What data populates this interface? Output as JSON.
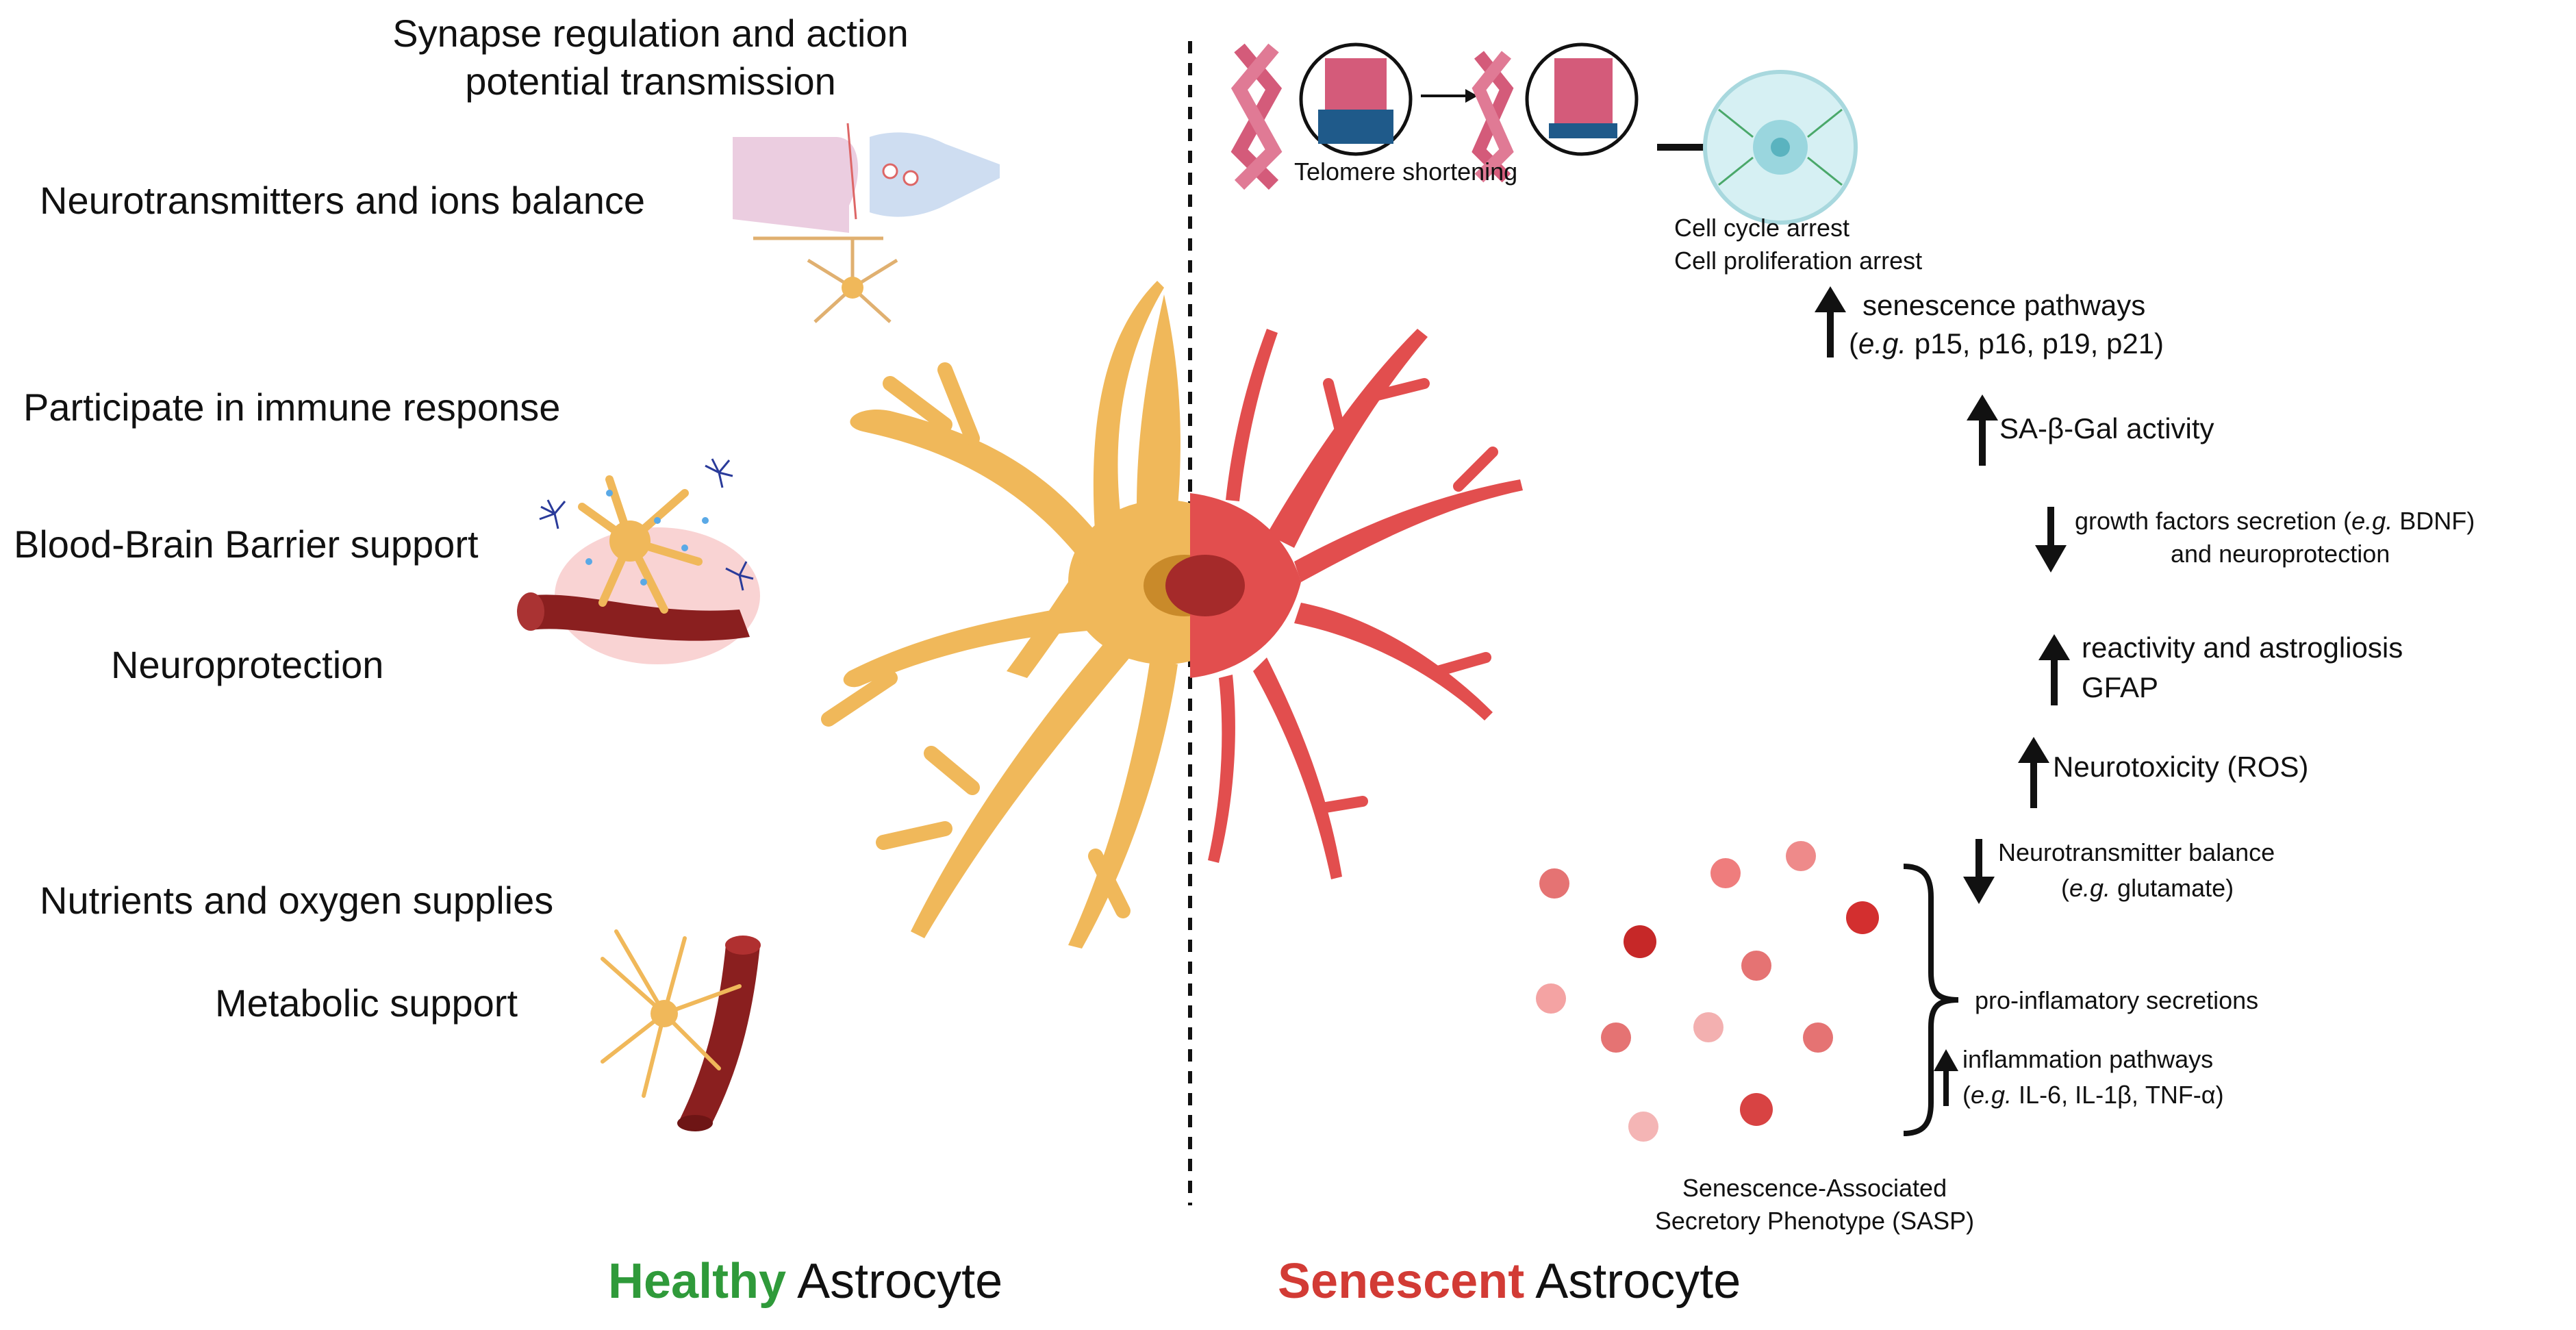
{
  "left_functions": {
    "synapse_line1": "Synapse regulation and action",
    "synapse_line2": "potential transmission",
    "neurotransmitters": "Neurotransmitters and ions balance",
    "immune": "Participate in immune response",
    "bbb": "Blood-Brain Barrier support",
    "neuroprotection": "Neuroprotection",
    "nutrients": "Nutrients and oxygen supplies",
    "metabolic": "Metabolic support"
  },
  "right_features": {
    "telomere": "Telomere shortening",
    "cell_cycle": "Cell cycle arrest",
    "cell_prolif": "Cell proliferation arrest",
    "senescence_pathways_line1": "senescence pathways",
    "senescence_pathways_eg": "e.g.",
    "senescence_pathways_line2": " p15, p16, p19, p21)",
    "sa_beta_gal": "SA-β-Gal activity",
    "growth_factors_line1_a": "growth factors secretion (",
    "growth_factors_eg": "e.g.",
    "growth_factors_line1_b": " BDNF)",
    "growth_factors_line2": "and neuroprotection",
    "reactivity_line1": "reactivity and astrogliosis",
    "reactivity_line2": "GFAP",
    "neurotoxicity": "Neurotoxicity (ROS)",
    "nt_balance_line1": "Neurotransmitter balance",
    "nt_balance_eg": "e.g.",
    "nt_balance_line2": " glutamate)",
    "pro_inflammatory": "pro-inflamatory secretions",
    "inflammation_line1": "inflammation pathways",
    "inflammation_eg": "e.g.",
    "inflammation_line2": " IL-6, IL-1β, TNF-α)",
    "sasp_line1": "Senescence-Associated",
    "sasp_line2": "Secretory Phenotype (SASP)"
  },
  "bottom": {
    "healthy_word": "Healthy",
    "senescent_word": "Senescent",
    "astrocyte": " Astrocyte"
  },
  "colors": {
    "healthy_green": "#2f9a3a",
    "senescent_red": "#d23b35",
    "healthy_astrocyte": "#f0b85a",
    "senescent_astrocyte": "#e24e4e",
    "vessel": "#8a1f1f"
  },
  "icons": {
    "synapse": "synapse-icon",
    "bbb": "blood-brain-barrier-icon",
    "metabolic": "astrocyte-vessel-icon",
    "telomere": "chromosome-telomere-icon",
    "cell": "arrested-cell-icon",
    "sasp": "sasp-particles-icon"
  }
}
